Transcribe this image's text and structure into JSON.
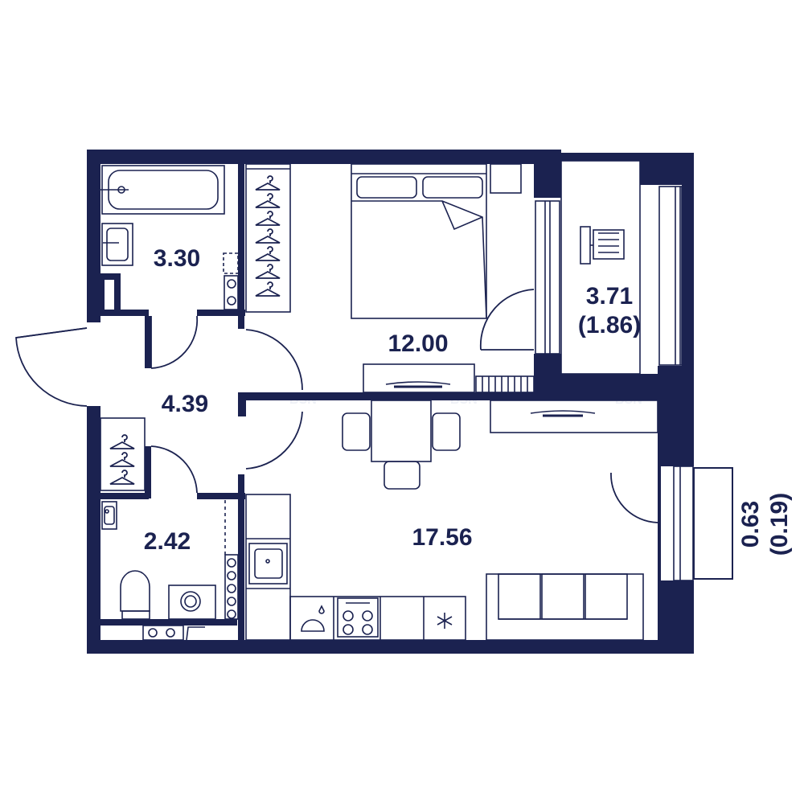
{
  "colors": {
    "wall": "#1b2250",
    "line": "#1b2250",
    "background": "#ffffff",
    "watermark": "#eef0f6"
  },
  "rooms": {
    "bathroom": {
      "area": "3.30"
    },
    "hallway": {
      "area": "4.39"
    },
    "toilet": {
      "area": "2.42"
    },
    "bedroom": {
      "area": "12.00"
    },
    "living": {
      "area": "17.56"
    },
    "loggia": {
      "area": "3.71",
      "area_reduced": "(1.86)"
    },
    "balcony": {
      "area": "0.63",
      "area_reduced": "(0.19)"
    }
  },
  "watermark": {
    "brand": "BSN",
    "suffix": "RU"
  },
  "icons": [
    "bathtub-icon",
    "sink-icon",
    "wardrobe-icon",
    "bed-icon",
    "deck-chair-icon",
    "table-icon",
    "chair-icon",
    "toilet-icon",
    "washing-machine-icon",
    "stove-icon",
    "fridge-icon",
    "sofa-icon",
    "radiator-icon",
    "tv-icon"
  ]
}
